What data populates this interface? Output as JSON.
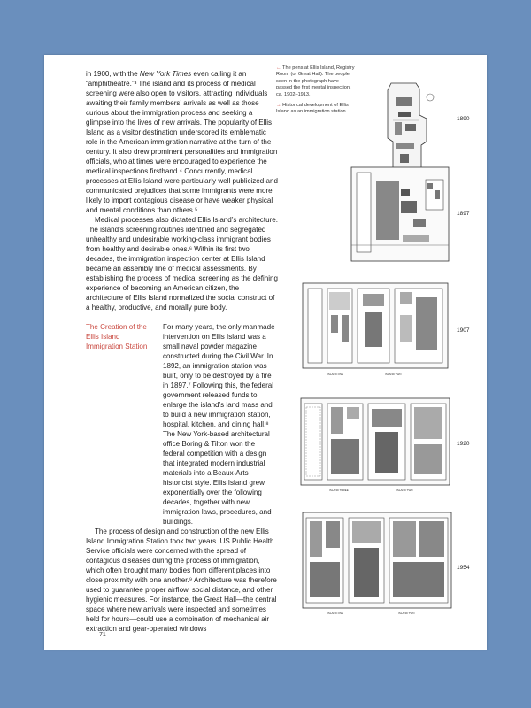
{
  "page": {
    "paragraphs_top": [
      [
        {
          "t": "in 1900, with the "
        },
        {
          "t": "New York Times",
          "i": true
        },
        {
          "t": " even calling it an “amphitheatre.”³ The island and its process of medical screening were also open to visitors, attracting individuals awaiting their family members’ arrivals as well as those curious about the immigration process and seeking a glimpse into the lives of new arrivals. The popularity of Ellis Island as a visitor destination underscored its emblematic role in the American immigration narrative at the turn of the century. It also drew prominent personalities and immigration officials, who at times were encouraged to experience the medical inspections firsthand.⁴ Concurrently, medical processes at Ellis Island were particularly well publicized and communicated prejudices that some immigrants were more likely to import contagious disease or have weaker physical and mental conditions than others.⁵"
        }
      ],
      [
        {
          "t": "Medical processes also dictated Ellis Island’s architecture. The island’s screening routines identified and segregated unhealthy and undesirable working-class immigrant bodies from healthy and desirable ones.⁶ Within its first two decades, the immigration inspection center at Ellis Island became an assembly line of medical assessments. By establishing the process of medical screening as the defining experience of becoming an American citizen, the architecture of Ellis Island normalized the social construct of a healthy, productive, and morally pure body."
        }
      ]
    ],
    "subhead": "The Creation of the Ellis Island Immigration Station",
    "section_paragraphs": [
      "For many years, the only manmade intervention on Ellis Island was a small naval powder magazine constructed during the Civil War. In 1892, an immigration station was built, only to be destroyed by a fire in 1897.⁷ Following this, the federal government released funds to enlarge the island’s land mass and to build a new immigration station, hospital, kitchen, and dining hall.⁸ The New York-based architectural office Boring & Tilton won the federal competition with a design that integrated modern industrial materials into a Beaux-Arts historicist style. Ellis Island grew exponentially over the following decades, together with new immigration laws, procedures, and buildings.",
      "The process of design and construction of the new Ellis Island Immigration Station took two years. US Public Health Service officials were concerned with the spread of contagious diseases during the process of immigration, which often brought many bodies from different places into close proximity with one another.⁹ Architecture was therefore used to guarantee proper airflow, social distance, and other hygienic measures. For instance, the Great Hall—the central space where new arrivals were inspected and sometimes held for hours—could use a combination of mechanical air extraction and gear-operated windows"
    ],
    "page_number": "71"
  },
  "captions": [
    {
      "arrow": "←",
      "text": "The pens at Ellis Island, Registry Room (or Great Hall). The people seen in the photograph have passed the first mental inspection, ca. 1902–1913."
    },
    {
      "arrow": "→",
      "text": "Historical development of Ellis Island as an immigration station."
    }
  ],
  "plans": [
    {
      "year": "1890"
    },
    {
      "year": "1897"
    },
    {
      "year": "1907"
    },
    {
      "year": "1920"
    },
    {
      "year": "1954"
    }
  ],
  "colors": {
    "background": "#6a8fbd",
    "accent": "#c9473e",
    "text": "#1c1c1c"
  }
}
